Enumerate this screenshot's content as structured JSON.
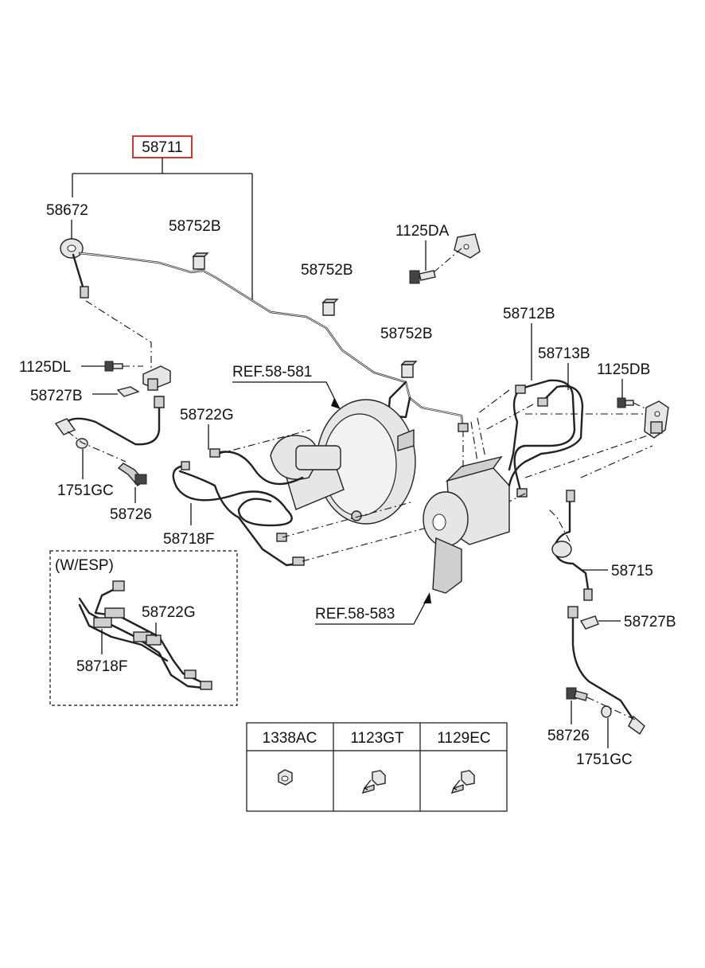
{
  "title_part": "58711",
  "labels": {
    "p58672": "58672",
    "p58752b_1": "58752B",
    "p58752b_2": "58752B",
    "p58752b_3": "58752B",
    "p1125da": "1125DA",
    "p58712b": "58712B",
    "p58713b": "58713B",
    "p1125db": "1125DB",
    "p1125dl": "1125DL",
    "p58727b_left": "58727B",
    "ref_581": "REF.58-581",
    "p58722g_top": "58722G",
    "p1751gc_left": "1751GC",
    "p58726_left": "58726",
    "p58718f_top": "58718F",
    "w_esp": "(W/ESP)",
    "p58722g_esp": "58722G",
    "p58718f_esp": "58718F",
    "ref_583": "REF.58-583",
    "p58715": "58715",
    "p58727b_right": "58727B",
    "p58726_right": "58726",
    "p1751gc_right": "1751GC"
  },
  "table": {
    "headers": [
      "1338AC",
      "1123GT",
      "1129EC"
    ],
    "icons": [
      "nut-icon",
      "flange-bolt-icon",
      "flange-bolt-icon"
    ]
  }
}
